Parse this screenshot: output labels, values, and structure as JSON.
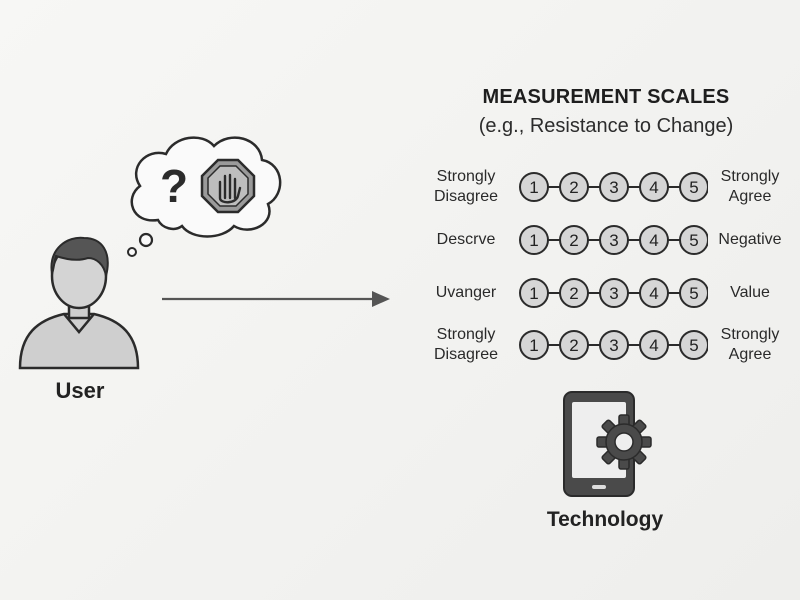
{
  "user": {
    "label": "User",
    "thought_icons": [
      "question-mark-icon",
      "stop-hand-icon"
    ],
    "thought_question": "?"
  },
  "scales": {
    "title": "MEASUREMENT SCALES",
    "subtitle": "(e.g., Resistance to Change)",
    "rows": [
      {
        "left": "Strongly\nDisagree",
        "right": "Strongly\nAgree",
        "points": [
          "1",
          "2",
          "3",
          "4",
          "5"
        ]
      },
      {
        "left": "Descrve",
        "right": "Negative",
        "points": [
          "1",
          "2",
          "3",
          "4",
          "5"
        ]
      },
      {
        "left": "Uvanger",
        "right": "Value",
        "points": [
          "1",
          "2",
          "3",
          "4",
          "5"
        ]
      },
      {
        "left": "Strongly\nDisagree",
        "right": "Strongly\nAgree",
        "points": [
          "1",
          "2",
          "3",
          "4",
          "5"
        ]
      }
    ]
  },
  "technology": {
    "label": "Technology",
    "icon": "tablet-gear-icon"
  },
  "colors": {
    "figure_fill": "#c9c9c9",
    "figure_dark": "#555555",
    "outline": "#2b2b2b",
    "arrow": "#555555",
    "circle_fill": "#d6d6d6"
  }
}
